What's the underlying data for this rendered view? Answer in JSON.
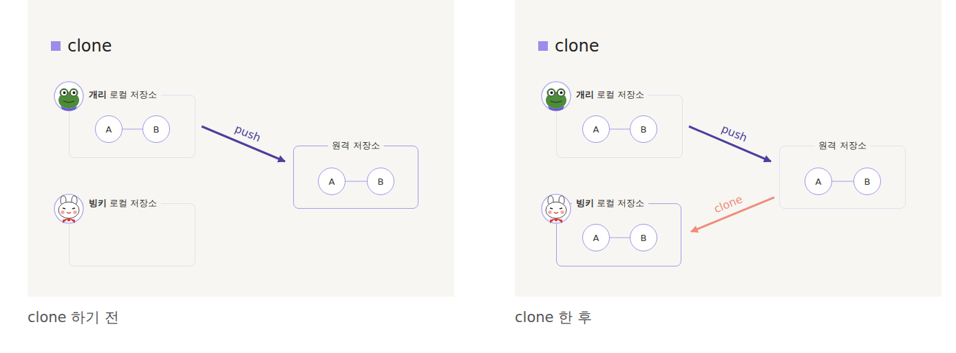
{
  "diagram": {
    "nodes": [
      {
        "text": [
          "clone"
        ]
      },
      {
        "text": [
          "개리",
          "로컬 저장소"
        ],
        "in": 0
      },
      {
        "text": [
          "A"
        ],
        "in": 1
      },
      {
        "text": [
          "B"
        ],
        "in": 1
      },
      {
        "text": [
          "빙키",
          "로컬 저장소"
        ],
        "in": 0
      },
      {
        "text": [
          "원격 저장소"
        ],
        "in": 0
      },
      {
        "text": [
          "A"
        ],
        "in": 5
      },
      {
        "text": [
          "B"
        ],
        "in": 5
      },
      {
        "text": [
          "clone"
        ]
      },
      {
        "text": [
          "개리",
          "로컬 저장소"
        ],
        "in": 8
      },
      {
        "text": [
          "A"
        ],
        "in": 9
      },
      {
        "text": [
          "B"
        ],
        "in": 9
      },
      {
        "text": [
          "원격 저장소"
        ],
        "in": 8
      },
      {
        "text": [
          "A"
        ],
        "in": 12
      },
      {
        "text": [
          "B"
        ],
        "in": 12
      },
      {
        "text": [
          "빙키",
          "로컬 저장소"
        ],
        "in": 8
      },
      {
        "text": [
          "A"
        ],
        "in": 15
      },
      {
        "text": [
          "B"
        ],
        "in": 15
      }
    ],
    "edges": [
      {
        "from": 2,
        "to": 3,
        "arrow": "none"
      },
      {
        "from": 1,
        "to": 5,
        "label": "push",
        "arrow": "to"
      },
      {
        "from": 6,
        "to": 7,
        "arrow": "none"
      },
      {
        "from": 10,
        "to": 11,
        "arrow": "none"
      },
      {
        "from": 9,
        "to": 12,
        "label": "push",
        "arrow": "to"
      },
      {
        "from": 13,
        "to": 14,
        "arrow": "none"
      },
      {
        "from": 12,
        "to": 15,
        "label": "clone",
        "arrow": "to"
      },
      {
        "from": 16,
        "to": 17,
        "arrow": "none"
      }
    ],
    "labels": [
      "clone 하기 전",
      "clone 한 후"
    ]
  }
}
